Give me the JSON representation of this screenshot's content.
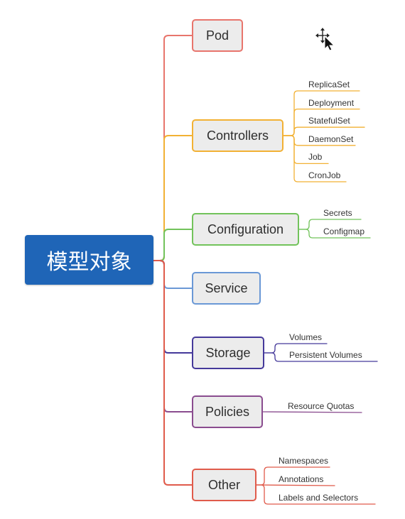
{
  "root": {
    "label": "模型对象",
    "color": "#1f65b7"
  },
  "branches": [
    {
      "label": "Pod",
      "color": "#e8756c",
      "children": []
    },
    {
      "label": "Controllers",
      "color": "#f2b134",
      "children": [
        "ReplicaSet",
        "Deployment",
        "StatefulSet",
        "DaemonSet",
        "Job",
        "CronJob"
      ]
    },
    {
      "label": "Configuration",
      "color": "#72c35b",
      "children": [
        "Secrets",
        "Configmap"
      ]
    },
    {
      "label": "Service",
      "color": "#6a98d6",
      "children": []
    },
    {
      "label": "Storage",
      "color": "#45399a",
      "children": [
        "Volumes",
        "Persistent Volumes"
      ]
    },
    {
      "label": "Policies",
      "color": "#8a4c8f",
      "children": [
        "Resource Quotas"
      ]
    },
    {
      "label": "Other",
      "color": "#e05b4b",
      "children": [
        "Namespaces",
        "Annotations",
        "Labels and Selectors"
      ]
    }
  ],
  "cursor_icon": "move-cursor-icon"
}
